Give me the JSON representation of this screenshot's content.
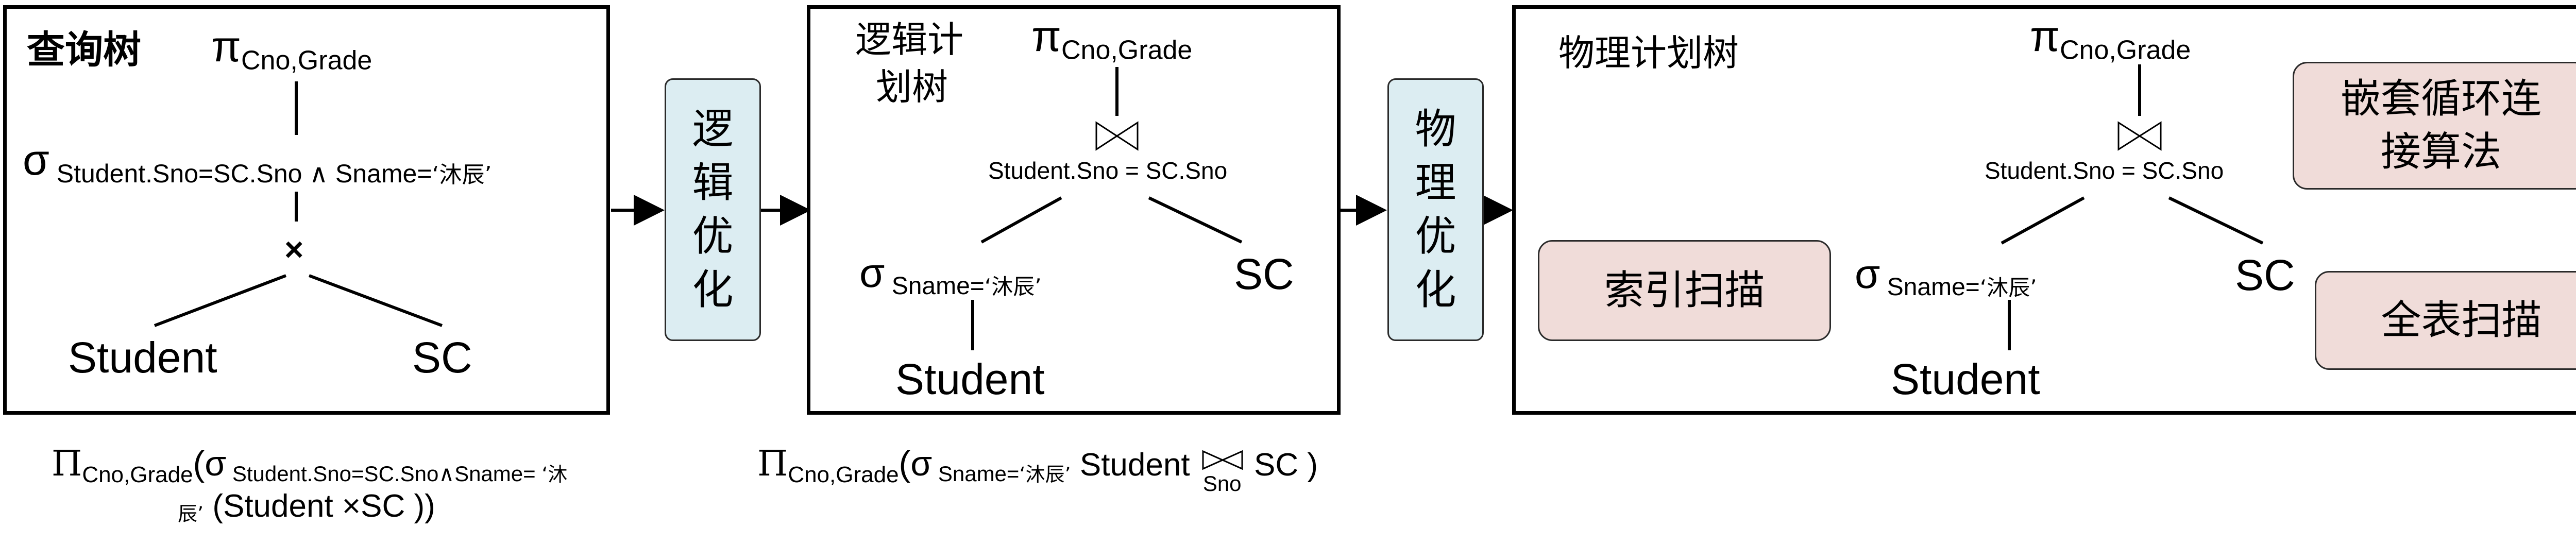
{
  "query_tree": {
    "title": "查询树",
    "projection": {
      "symbol": "π",
      "attrs": "Cno,Grade"
    },
    "selection": {
      "symbol": "σ",
      "condition_1": "Student.Sno=SC.Sno",
      "and_symbol": "∧",
      "condition_2": "Sname=",
      "value": "‘沐辰’"
    },
    "product_symbol": "×",
    "leaf_left": "Student",
    "leaf_right": "SC"
  },
  "logical_opt": {
    "chars": [
      "逻",
      "辑",
      "优",
      "化"
    ]
  },
  "logical_plan": {
    "title_line1": "逻辑计",
    "title_line2": "划树",
    "projection": {
      "symbol": "π",
      "attrs": "Cno,Grade"
    },
    "join_condition": "Student.Sno = SC.Sno",
    "selection": {
      "symbol": "σ",
      "condition": "Sname=",
      "value": "‘沐辰’"
    },
    "leaf_left": "Student",
    "leaf_right": "SC"
  },
  "physical_opt": {
    "chars": [
      "物",
      "理",
      "优",
      "化"
    ]
  },
  "physical_plan": {
    "title": "物理计划树",
    "projection": {
      "symbol": "π",
      "attrs": "Cno,Grade"
    },
    "join_condition": "Student.Sno = SC.Sno",
    "selection": {
      "symbol": "σ",
      "condition": "Sname=",
      "value": "‘沐辰’"
    },
    "leaf_left": "Student",
    "leaf_right": "SC",
    "algo_join_line1": "嵌套循环连",
    "algo_join_line2": "接算法",
    "algo_index_scan": "索引扫描",
    "algo_full_scan": "全表扫描"
  },
  "formula_1": {
    "pi": "Π",
    "pi_sub": "Cno,Grade",
    "open": "(σ",
    "sigma_sub_1": "Student.Sno=SC.Sno",
    "and_symbol": "∧",
    "sigma_sub_2": "Sname=",
    "value_part1": "‘沐",
    "value_part2": "辰’",
    "body": " (Student ×SC ))"
  },
  "formula_2": {
    "pi": "Π",
    "pi_sub": "Cno,Grade",
    "open": "(σ",
    "sigma_sub": "Sname=",
    "value": "‘沐辰’",
    "body": " Student ",
    "join_attr": "Sno",
    "close": " SC )"
  },
  "colors": {
    "process_fill": "#dcedf2",
    "algorithm_fill": "#f0dcd9",
    "border": "#000000"
  }
}
